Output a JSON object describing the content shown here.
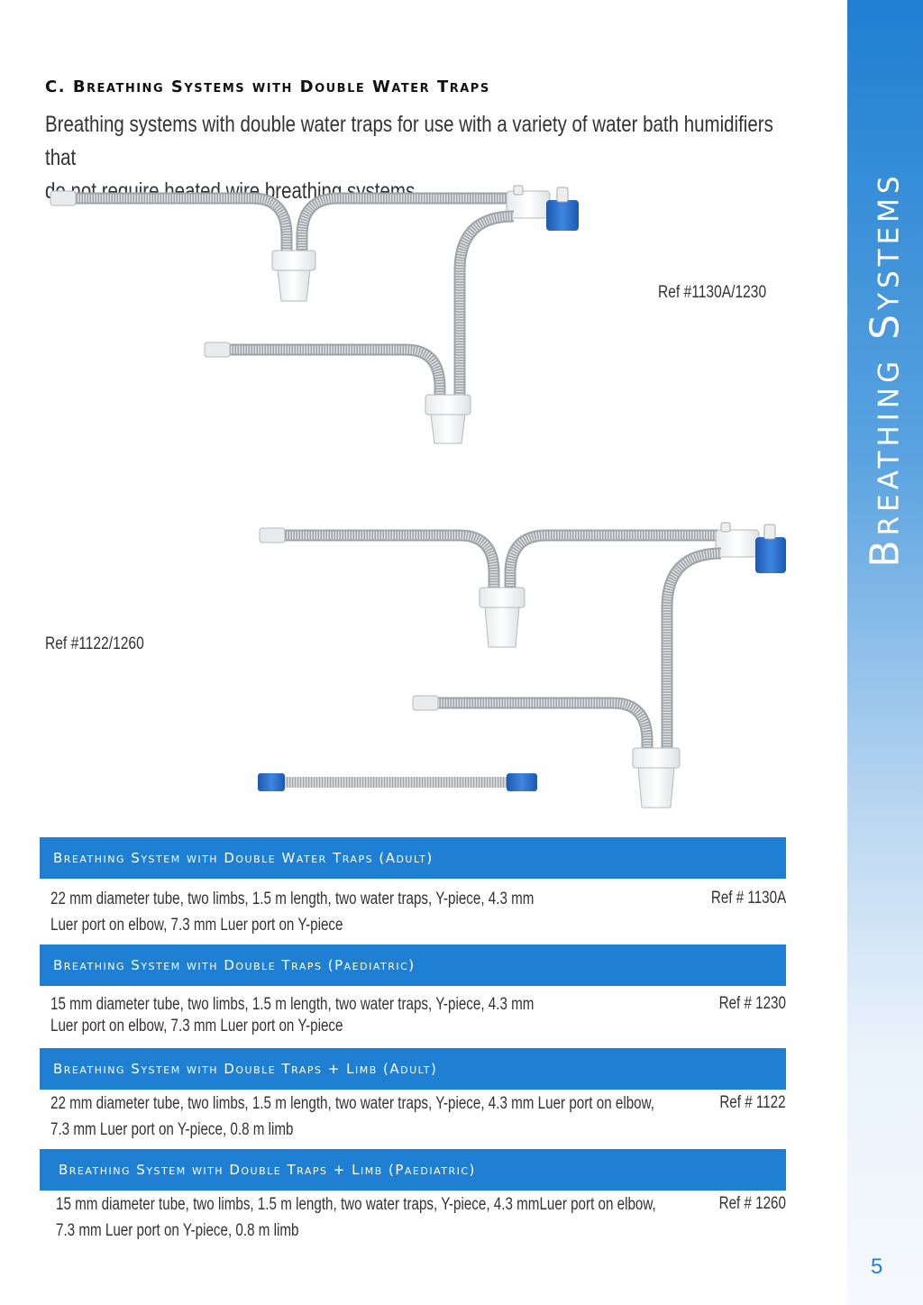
{
  "side_title": "Breathing Systems",
  "section": {
    "heading": "C.  Breathing Systems with Double Water Traps",
    "intro_line1": "Breathing systems with double water traps for use with a variety of water bath humidifiers that",
    "intro_line2": "do not  require heated wire breathing systems."
  },
  "figures": {
    "ref_top": "Ref #1130A/1230",
    "ref_bottom": "Ref #1122/1260"
  },
  "products": [
    {
      "title": "Breathing System with Double Water Traps (Adult)",
      "desc_line1": "22 mm diameter tube, two limbs, 1.5 m length, two water traps, Y-piece, 4.3 mm",
      "desc_line2": "Luer port on elbow, 7.3 mm Luer port on Y-piece",
      "ref": "Ref # 1130A"
    },
    {
      "title": "Breathing System with Double Traps (Paediatric)",
      "desc_line1": "15 mm diameter tube, two limbs, 1.5 m length, two water traps, Y-piece, 4.3 mm",
      "desc_line2": "Luer port on elbow, 7.3 mm Luer port on Y-piece",
      "ref": "Ref # 1230"
    },
    {
      "title": "Breathing System with Double Traps + Limb (Adult)",
      "desc_line1": "22 mm diameter tube, two limbs, 1.5 m length, two water traps, Y-piece, 4.3 mm Luer port on elbow,",
      "desc_line2": "7.3 mm Luer port on Y-piece, 0.8 m limb",
      "ref": "Ref # 1122"
    },
    {
      "title": "Breathing System with Double Traps + Limb (Paediatric)",
      "desc_line1": "15 mm diameter tube, two limbs, 1.5 m length, two water traps, Y-piece, 4.3 mmLuer port on elbow,",
      "desc_line2": "7.3 mm Luer port on Y-piece, 0.8 m limb",
      "ref": "Ref # 1260"
    }
  ],
  "page_number": "5",
  "colors": {
    "accent": "#1f7fd2",
    "connector_blue": "#2f72c9",
    "tube_grey": "#c8ccd0"
  }
}
